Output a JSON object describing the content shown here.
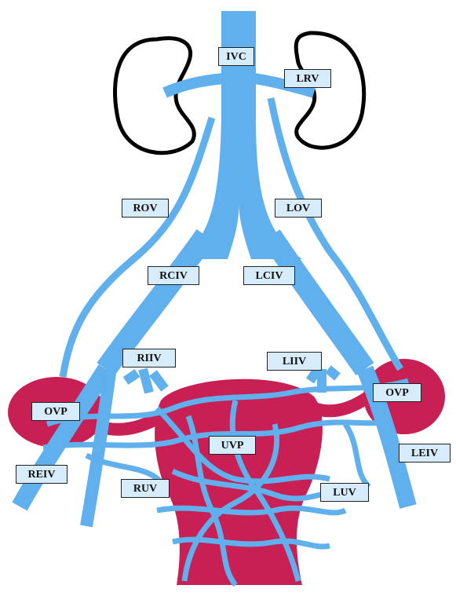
{
  "colors": {
    "vein": "#1a66e6",
    "vein_light": "#5fb0ec",
    "uterus": "#c81f55",
    "label_bg": "#d6ecfb",
    "kidney_outline": "#000000"
  },
  "labels": {
    "ivc": "IVC",
    "lrv": "LRV",
    "rov": "ROV",
    "lov": "LOV",
    "rciv": "RCIV",
    "lciv": "LCIV",
    "riiv": "RIIV",
    "liiv": "LIIV",
    "ovp_right": "OVP",
    "ovp_left": "OVP",
    "uvp": "UVP",
    "reiv": "REIV",
    "leiv": "LEIV",
    "ruv": "RUV",
    "luv": "LUV"
  }
}
